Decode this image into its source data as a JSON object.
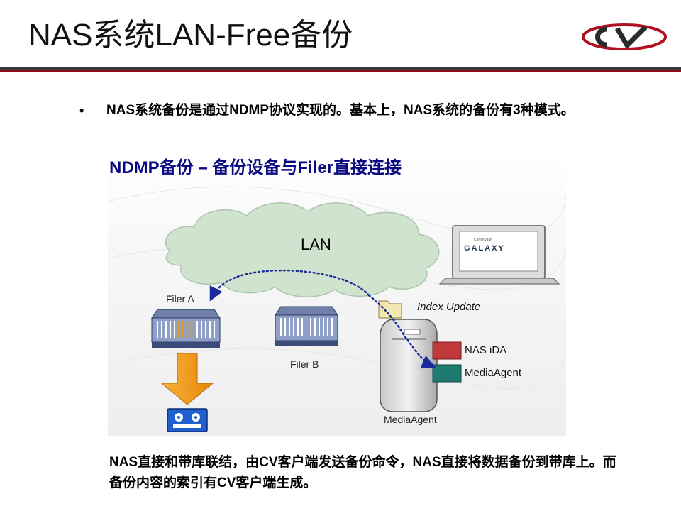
{
  "slide": {
    "title": "NAS系统LAN-Free备份",
    "bullet": "NAS系统备份是通过NDMP协议实现的。基本上，NAS系统的备份有3种模式。",
    "footer": "NAS直接和带库联结，由CV客户端发送备份命令，NAS直接将数据备份到带库上。而备份内容的索引有CV客户端生成。"
  },
  "figure": {
    "title": "NDMP备份 – 备份设备与Filer直接连接",
    "lan_label": "LAN",
    "filer_a": "Filer A",
    "filer_b": "Filer B",
    "index_update": "Index Update",
    "nas_ida": "NAS iDA",
    "media_agent": "MediaAgent",
    "media_agent_server": "MediaAgent",
    "galaxy_logo": "GALAXY",
    "galaxy_small": "CommVault"
  },
  "colors": {
    "title_blue": "#0a0a80",
    "rule_red": "#8c0c1c",
    "cloud_green": "#cfe3cf",
    "arrow_orange": "#f0960a",
    "nas_ida_red": "#c0393b",
    "media_agent_teal": "#1f7a70",
    "connector_blue": "#1b2b9b"
  },
  "icons": [
    "cv-logo-icon",
    "bullet-icon",
    "cloud-icon",
    "server-icon",
    "tape-library-icon",
    "folder-icon",
    "monitor-icon",
    "down-arrow-icon"
  ]
}
